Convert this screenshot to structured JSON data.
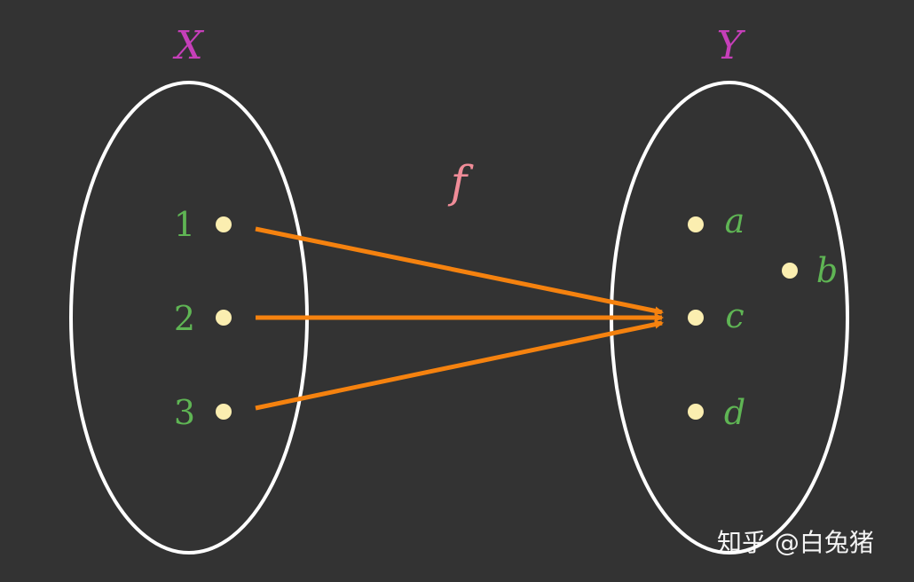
{
  "diagram": {
    "domain_set": {
      "label": "X",
      "elements": [
        "1",
        "2",
        "3"
      ]
    },
    "codomain_set": {
      "label": "Y",
      "elements": [
        "a",
        "b",
        "c",
        "d"
      ]
    },
    "function_label": "f",
    "mappings": [
      {
        "from": "1",
        "to": "c"
      },
      {
        "from": "2",
        "to": "c"
      },
      {
        "from": "3",
        "to": "c"
      }
    ],
    "colors": {
      "background": "#333333",
      "set_outline": "#ffffff",
      "set_label": "#c63fb9",
      "function_label": "#f08c98",
      "element_label": "#5fb554",
      "element_dot": "#fbeeb0",
      "arrow": "#f5820f"
    }
  },
  "watermark": {
    "text": "知乎 @白兔猪"
  }
}
